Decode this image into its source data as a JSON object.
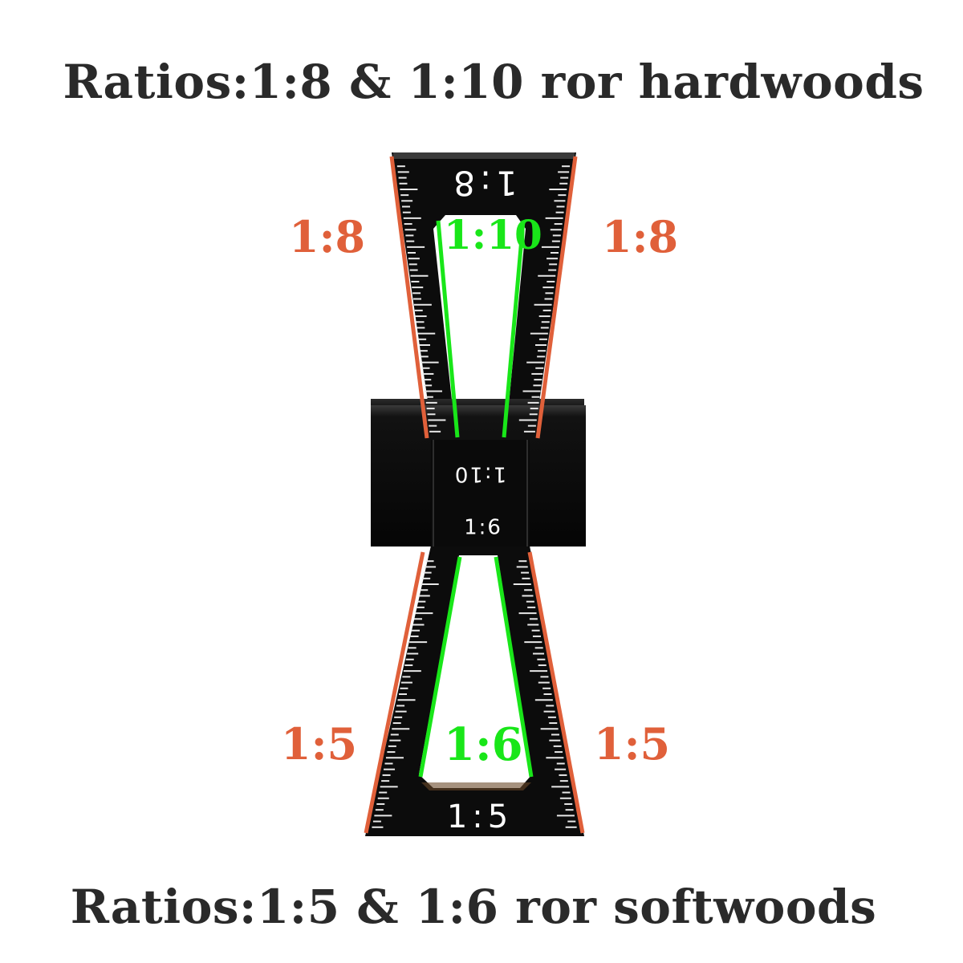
{
  "headings": {
    "top": "Ratios:1:8 & 1:10 ror hardwoods",
    "bottom": "Ratios:1:5 & 1:6 ror softwoods"
  },
  "labels": {
    "upper_left": "1:8",
    "upper_right": "1:8",
    "upper_center": "1:10",
    "lower_left": "1:5",
    "lower_right": "1:5",
    "lower_center": "1:6"
  },
  "gauge": {
    "upper_engraving": "1:8",
    "body_engraving_flipped": "1:10",
    "body_engraving": "1:6",
    "lower_engraving": "1:5"
  },
  "colors": {
    "outer_ratio": "#e0603a",
    "inner_ratio": "#19e619",
    "heading": "#2a2a2a",
    "gauge_body": "#0c0c0c"
  }
}
